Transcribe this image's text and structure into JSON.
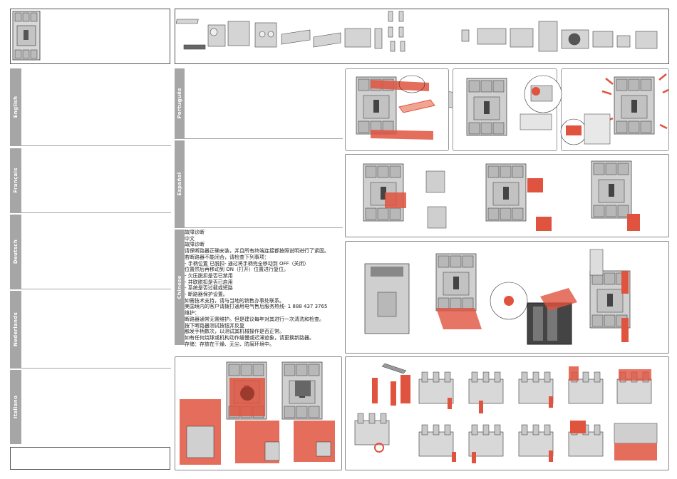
{
  "languages": {
    "english": "English",
    "french": "Français",
    "german": "Deutsch",
    "dutch": "Nederlands",
    "italian": "Italiano",
    "portuguese": "Português",
    "spanish": "Español",
    "chinese": "Chinese"
  },
  "chinese_text": {
    "heading1": "故障诊断",
    "heading2": "中文",
    "heading3": "故障诊断",
    "intro": "请保断路器正确安装，并且所有终端连接都按照说明进行了紧固。",
    "condition": "若断路器不能闭合，请检查下列事项：",
    "step1": "- 手柄位置 已脱扣- 通过将手柄完全移动到 OFF（关闭）",
    "step1b": "位置然后再移动到 ON（打开）位置进行复位。",
    "item1": "- 欠压脱扣是否已禁用",
    "item2": "- 并联脱扣是否已启用",
    "item3": "- 系统是否过载或短路",
    "item4": "- 断路器保护设置。",
    "support1": "如需技术支持，请与当地的销售办事处联系。",
    "support2": "美国境内的客户请拨打通用电气售后服务热线- 1 888 437 3765",
    "maint_title": "维护：",
    "maint1": "断路器通常无需维护。但是建议每年对其进行一次清洗和检查。",
    "maint2": "按下断路器测试按钮并反复",
    "maint3": "触发手柄数次，以测试其机械操作是否正常。",
    "maint4": "如有任何烧球或机构动作缓慢或迟滞迹象，请更换新路器。",
    "storage": "存储：存放在干燥、无尘、防腐环境中。"
  },
  "colors": {
    "accent_red": "#e0533f",
    "light_red": "#f2a493",
    "tab_gray": "#a6a6a6",
    "device_gray": "#d0d0d0"
  }
}
